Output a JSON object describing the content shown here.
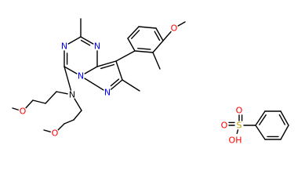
{
  "colors": {
    "background": "#ffffff",
    "bond": "#000000",
    "carbon_text": "#000000",
    "nitrogen": "#0000ff",
    "oxygen": "#ff0000",
    "sulfur": "#b8a000"
  },
  "labels": {
    "n_triazine_top": "N",
    "n_triazine_left": "N",
    "n_amine": "N",
    "n_bridge": "N",
    "n_pyrazole": "N",
    "o_aryl_methoxy": "O",
    "o_chain_upper": "O",
    "o_chain_lower": "O",
    "o_sulfonyl_top": "O",
    "o_sulfonyl_left": "O",
    "s_sulfonyl": "S",
    "oh_sulfonic": "OH"
  }
}
